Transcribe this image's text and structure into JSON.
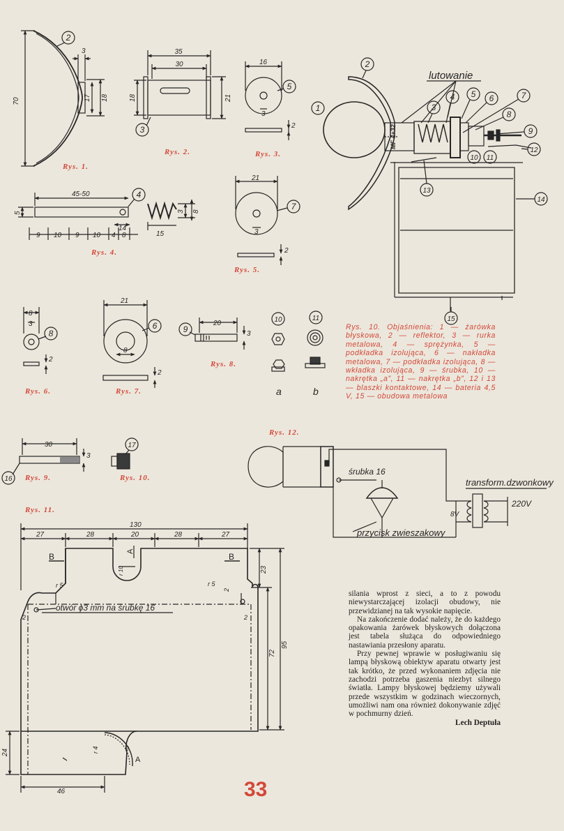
{
  "figures": {
    "rys1": {
      "label": "Rys. 1.",
      "parts": [
        "2"
      ],
      "dims": [
        "70",
        "3",
        "17",
        "18"
      ]
    },
    "rys2": {
      "label": "Rys. 2.",
      "parts": [
        "3"
      ],
      "dims": [
        "35",
        "30",
        "18",
        "21"
      ]
    },
    "rys3": {
      "label": "Rys. 3.",
      "parts": [
        "5"
      ],
      "dims": [
        "16",
        "3",
        "2"
      ]
    },
    "rys4": {
      "label": "Rys. 4.",
      "parts": [
        "4"
      ],
      "dims": [
        "45-50",
        "5",
        "9",
        "10",
        "9",
        "10",
        "4",
        "8",
        "14",
        "3",
        "8",
        "15"
      ]
    },
    "rys5": {
      "label": "Rys. 5.",
      "parts": [
        "7"
      ],
      "dims": [
        "21",
        "3",
        "2"
      ]
    },
    "rys6": {
      "label": "Rys. 6.",
      "parts": [
        "8"
      ],
      "dims": [
        "8",
        "3",
        "2"
      ]
    },
    "rys7": {
      "label": "Rys. 7.",
      "parts": [
        "6"
      ],
      "dims": [
        "21",
        "8",
        "2"
      ]
    },
    "rys8": {
      "label": "Rys. 8.",
      "parts": [
        "9",
        "10",
        "11"
      ],
      "dims": [
        "20",
        "3"
      ],
      "sublabels": [
        "a",
        "b"
      ]
    },
    "rys9": {
      "label": "Rys. 9.",
      "parts": [
        "16"
      ],
      "dims": [
        "30",
        "3"
      ]
    },
    "rys10": {
      "label": "Rys. 10.",
      "parts": [
        "17",
        "1",
        "2",
        "3",
        "4",
        "5",
        "6",
        "7",
        "8",
        "9",
        "10",
        "11",
        "12",
        "13",
        "14",
        "15"
      ],
      "lutowanie": "lutowanie",
      "bulb_mark": "MF 4+32",
      "legend": "Rys. 10. Objaśnienia: 1 — żarówka błyskowa, 2 — reflektor, 3 — rurka metalowa, 4 — sprężynka, 5 — podkładka izolująca, 6 — nakładka metalowa, 7 — podkładka izolująca, 8 — wkładka izolująca, 9 — śrubka, 10 — nakrętka „a”, 11 — nakrętka „b”, 12 i 13 — blaszki kontaktowe, 14 — bateria 4,5 V, 15 — obudowa metalowa"
    },
    "rys11": {
      "label": "Rys. 11.",
      "dims": [
        "130",
        "27",
        "28",
        "20",
        "28",
        "27",
        "r 10",
        "r 5",
        "r 5",
        "2",
        "2",
        "2",
        "23",
        "95",
        "72",
        "24",
        "46",
        "r 4",
        "2"
      ],
      "markers": [
        "A",
        "A",
        "B",
        "B"
      ],
      "hole_note": "otwór ϕ3 mm na śrubkę 16"
    },
    "rys12": {
      "label": "Rys. 12.",
      "srubka": "śrubka 16",
      "transformer": "transform.dzwonkowy",
      "v_secondary": "8V",
      "v_mains": "220V",
      "switch": "przycisk zwieszakowy"
    }
  },
  "article": {
    "paragraphs": [
      "silania wprost z sieci, a to z powodu niewystarczającej izolacji obudowy, nie przewidzianej na tak wysokie napięcie.",
      "Na zakończenie dodać należy, że do każdego opakowania żarówek błyskowych dołączona jest tabela służąca do odpowiedniego nastawiania przesłony aparatu.",
      "Przy pewnej wprawie w posługiwaniu się lampą błyskową obiektyw aparatu otwarty jest tak krótko, że przed wykonaniem zdjęcia nie zachodzi potrzeba gaszenia niezbyt silnego światła. Lampy błyskowej będziemy używali przede wszystkim w godzinach wieczornych, umożliwi nam ona również dokonywanie zdjęć w pochmurny dzień."
    ],
    "author": "Lech Deptuła"
  },
  "page_number": "33",
  "colors": {
    "paper": "#ece7dc",
    "ink": "#262626",
    "accent_red": "#d2483a"
  }
}
